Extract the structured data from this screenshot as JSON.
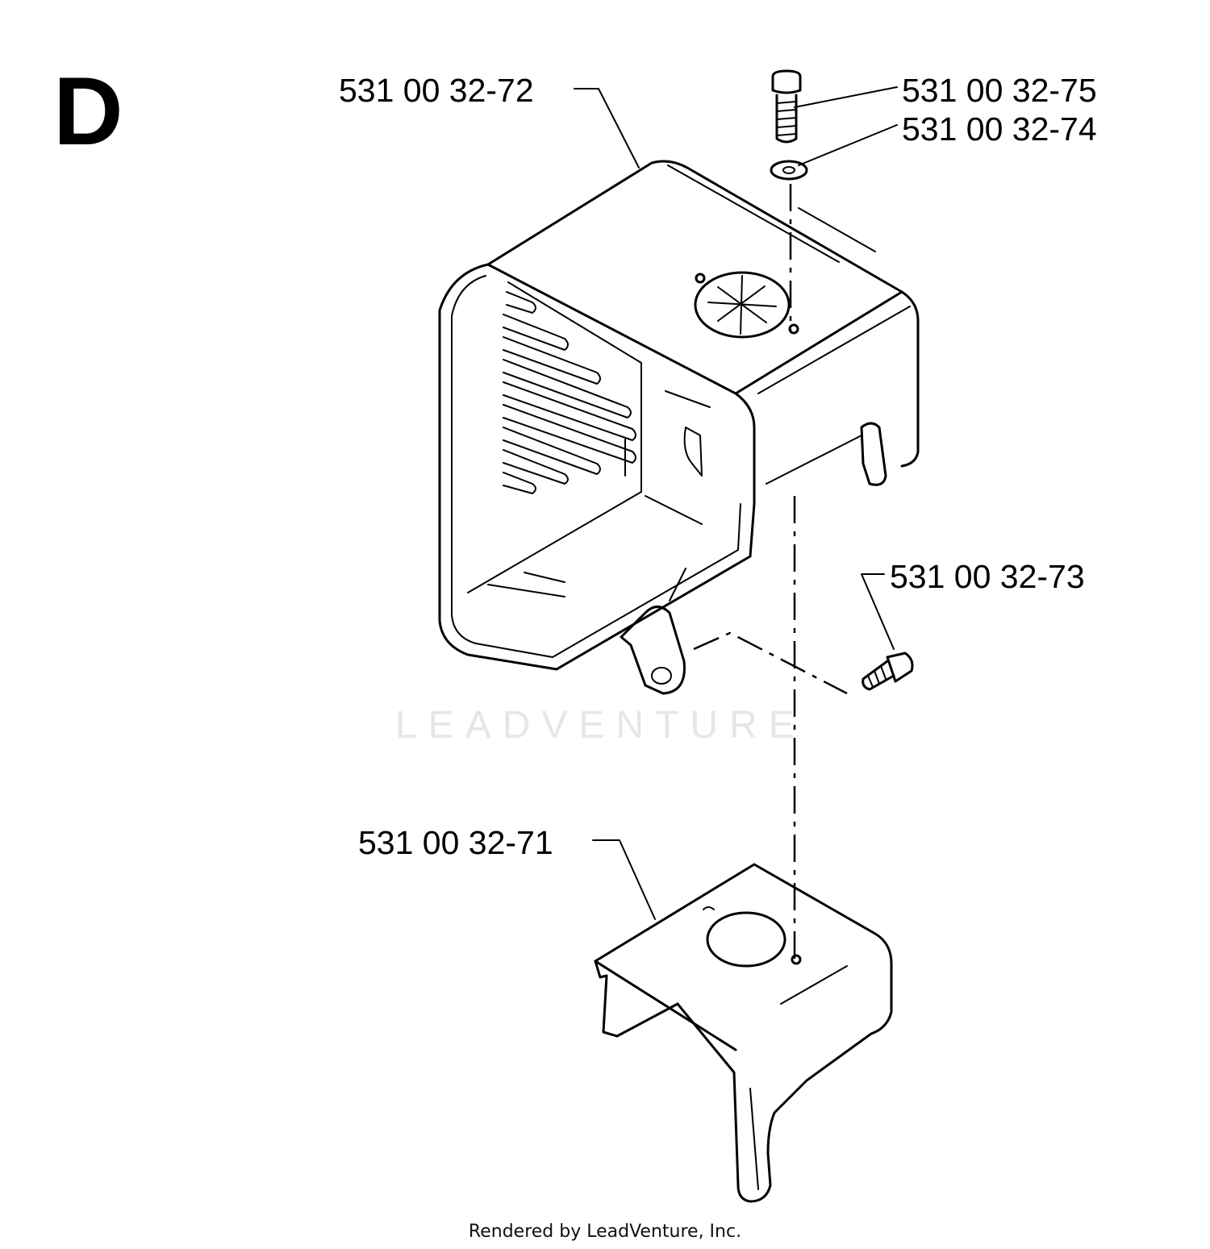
{
  "section_letter": "D",
  "parts": {
    "cover": "531 00 32-72",
    "top_screw": "531 00 32-75",
    "washer": "531 00 32-74",
    "side_screw": "531 00 32-73",
    "heat_shield": "531 00 32-71"
  },
  "icons": {
    "muffler_cover": "muffler-cover-icon",
    "screw": "screw-icon",
    "washer": "washer-icon",
    "bracket": "heat-shield-bracket-icon"
  },
  "watermark": "LEADVENTURE",
  "footer": "Rendered by LeadVenture, Inc."
}
